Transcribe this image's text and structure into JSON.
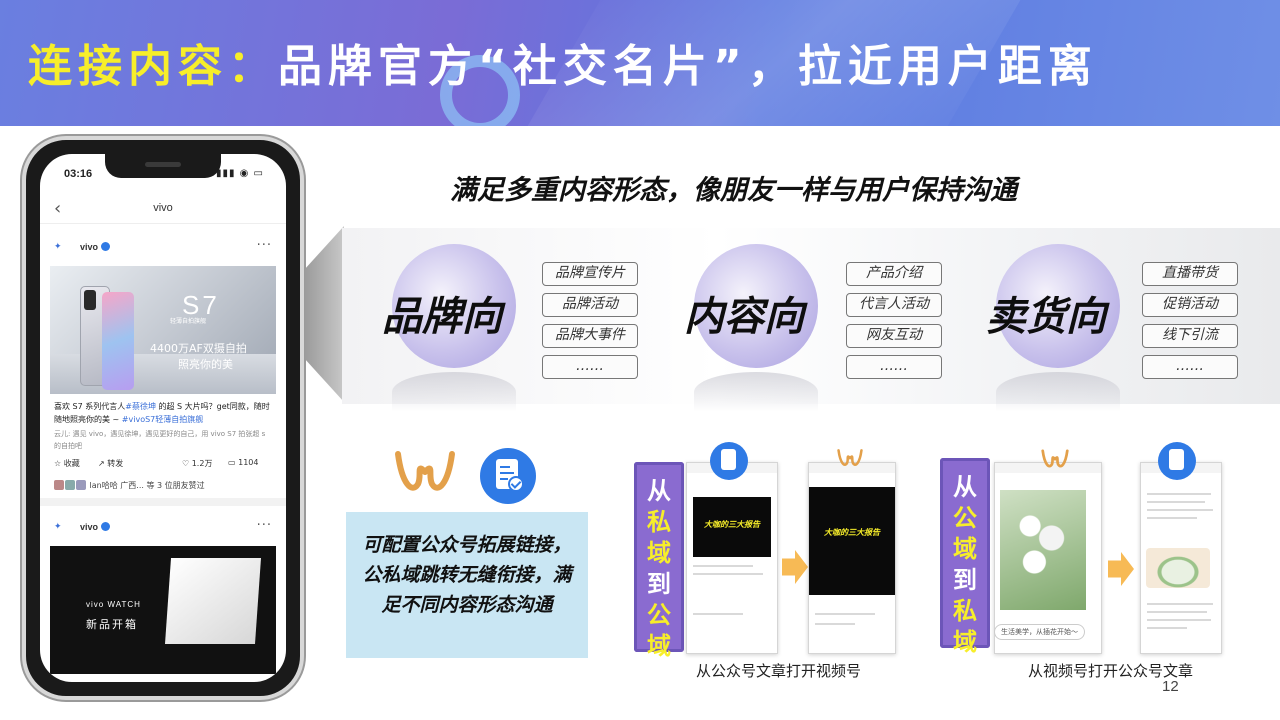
{
  "header": {
    "title_highlight": "连接内容：",
    "title_rest": "品牌官方“社交名片”，拉近用户距离"
  },
  "phone": {
    "status_time": "03:16",
    "status_icons": "▮▮▮ ◉ ▭",
    "nav_title": "vivo",
    "post1": {
      "author": "vivo",
      "more": "···",
      "banner_model": "S7",
      "banner_sub": "轻薄自拍旗舰",
      "banner_line1": "4400万AF双摄自拍",
      "banner_line2": "照亮你的美",
      "caption_prefix": "喜欢 S7 系列代言人",
      "caption_tag1": "#蔡徐坤",
      "caption_mid": " 的超 S 大片吗？get同款，随时随地照亮你的美 ~ ",
      "caption_tag2": "#vivoS7轻薄自拍旗舰",
      "caption_sub": "云儿: 遇见 vivo，遇见徐坤，遇见更好的自己，用 vivo S7 拍张超 s 的自拍吧",
      "action_save": "☆ 收藏",
      "action_share": "↗ 转发",
      "action_likes": "♡ 1.2万",
      "action_comments": "▭ 1104",
      "likers": "lan哈哈 广西... 等 3 位朋友赞过"
    },
    "post2": {
      "author": "vivo",
      "more": "···",
      "banner_brand": "vivo WATCH",
      "banner_title": "新品开箱"
    }
  },
  "subtitle": "满足多重内容形态，像朋友一样与用户保持沟通",
  "categories": [
    {
      "label": "品牌向",
      "tags": [
        "品牌宣传片",
        "品牌活动",
        "品牌大事件",
        "……"
      ]
    },
    {
      "label": "内容向",
      "tags": [
        "产品介绍",
        "代言人活动",
        "网友互动",
        "……"
      ]
    },
    {
      "label": "卖货向",
      "tags": [
        "直播带货",
        "促销活动",
        "线下引流",
        "……"
      ]
    }
  ],
  "infobox_text": "可配置公众号拓展链接，公私域跳转无缝衔接，满足不同内容形态沟通",
  "flows": [
    {
      "label_parts": [
        "从",
        "私",
        "域",
        "到",
        "公",
        "域"
      ],
      "caption": "从公众号文章打开视频号",
      "video_title": "大咖的三大报告"
    },
    {
      "label_parts": [
        "从",
        "公",
        "域",
        "到",
        "私",
        "域"
      ],
      "caption": "从视频号打开公众号文章",
      "pill": "生活美学，从插花开始～"
    }
  ],
  "page_number": "12",
  "colors": {
    "highlight": "#f7ee2a",
    "header_bg": "#6a7fe0",
    "label_purple": "#8a6bd0",
    "info_bg": "#c9e6f3",
    "accent_blue": "#2f7ae5",
    "arrow_orange": "#f6b343"
  },
  "icons": {
    "wave": "wechat-channels-icon",
    "doc": "official-account-icon"
  }
}
